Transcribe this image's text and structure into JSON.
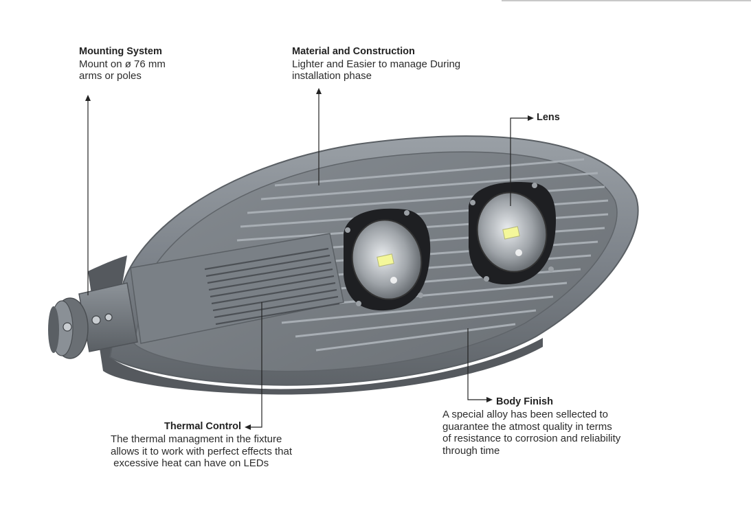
{
  "callouts": {
    "mounting": {
      "title": "Mounting System",
      "lines": [
        "Mount on ø 76 mm",
        "arms or poles"
      ]
    },
    "material": {
      "title": "Material and Construction",
      "lines": [
        "Lighter and Easier to manage During",
        "installation phase"
      ]
    },
    "lens": {
      "title": "Lens"
    },
    "thermal": {
      "title": "Thermal Control",
      "lines": [
        "The thermal managment in the fixture",
        "allows it to work with perfect effects that",
        " excessive heat can have on LEDs"
      ]
    },
    "finish": {
      "title": "Body Finish",
      "lines": [
        "A special alloy has been sellected to",
        "guarantee the atmost quality in terms",
        "of resistance to corrosion and reliability",
        "through time"
      ]
    }
  },
  "colors": {
    "body": "#7b8187",
    "body_dark": "#5c6166",
    "body_light": "#9aa0a6",
    "lens_ring": "#1e1f22",
    "led": "#f4f79a",
    "arrow": "#222222"
  }
}
